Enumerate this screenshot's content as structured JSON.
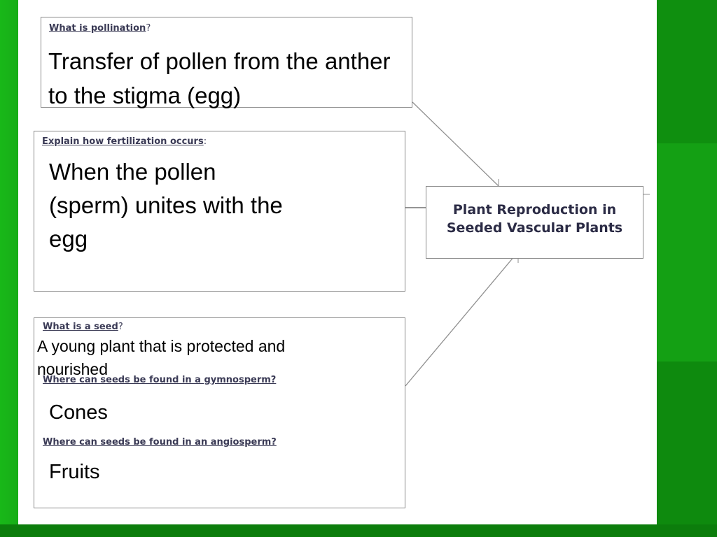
{
  "pollination": {
    "question": "What is pollination",
    "punct": "?",
    "answer": "Transfer of pollen from the anther to the stigma (egg)"
  },
  "fertilization": {
    "question": "Explain how fertilization occurs",
    "punct": ":",
    "answer": "When the pollen (sperm) unites with the egg"
  },
  "seed": {
    "question": "What is a seed",
    "punct": "?",
    "answer": "A young plant that is protected and nourished",
    "gymnosperm_question": "Where can seeds be found in a gymnosperm?",
    "gymnosperm_answer": "Cones",
    "angiosperm_question": "Where can seeds be found in an angiosperm?",
    "angiosperm_answer": "Fruits"
  },
  "center": {
    "title": "Plant Reproduction in Seeded Vascular Plants"
  },
  "colors": {
    "background": "#0e8c0e",
    "box_border": "#8a8a8a",
    "label_text": "#3a3a55"
  }
}
